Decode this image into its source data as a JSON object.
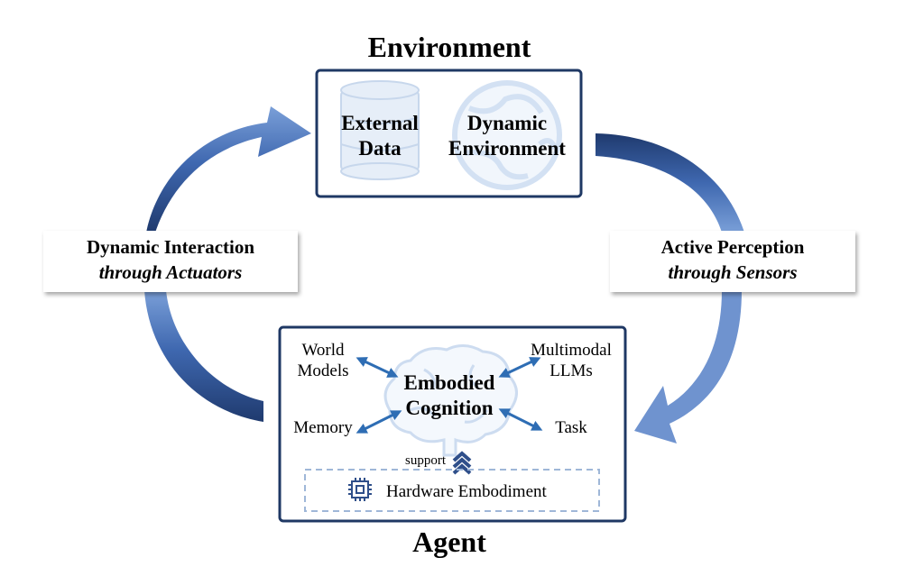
{
  "environment": {
    "title": "Environment",
    "items": [
      {
        "line1": "External",
        "line2": "Data",
        "icon": "database-icon"
      },
      {
        "line1": "Dynamic",
        "line2": "Environment",
        "icon": "globe-icon"
      }
    ]
  },
  "agent": {
    "title": "Agent",
    "center": {
      "line1": "Embodied",
      "line2": "Cognition",
      "icon": "brain-icon"
    },
    "world_models": {
      "line1": "World",
      "line2": "Models"
    },
    "multimodal": {
      "line1": "Multimodal",
      "line2": "LLMs"
    },
    "memory": "Memory",
    "task": "Task",
    "support": "support",
    "hardware": {
      "label": "Hardware Embodiment",
      "icon": "chip-icon"
    }
  },
  "left_label": {
    "line1": "Dynamic Interaction",
    "line2": "through Actuators"
  },
  "right_label": {
    "line1": "Active Perception",
    "line2": "through Sensors"
  },
  "colors": {
    "box_border": "#1f3864",
    "arrow_dark": "#1f3a6e",
    "arrow_light": "#7a9fd8",
    "icon_light": "#d6e4f5",
    "small_arrow": "#2e6db4"
  }
}
